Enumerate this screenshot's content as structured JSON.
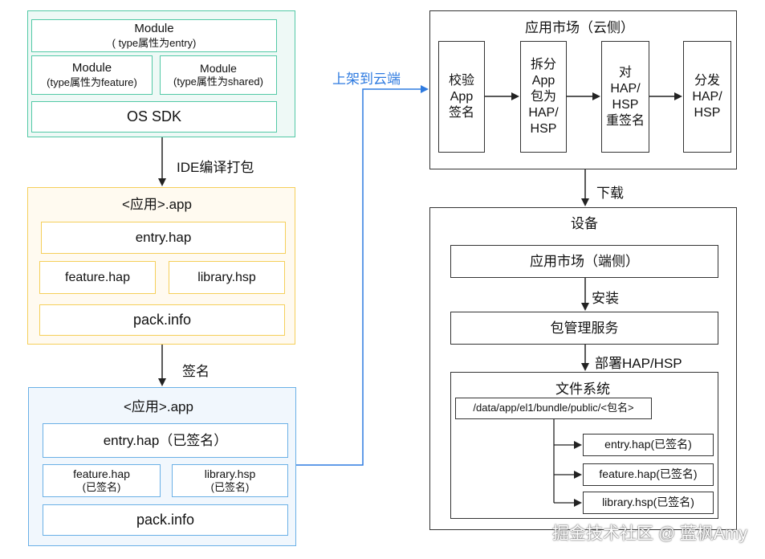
{
  "left": {
    "source": {
      "module_entry": {
        "title": "Module",
        "sub": "( type属性为entry)"
      },
      "module_feature": {
        "title": "Module",
        "sub": "(type属性为feature)"
      },
      "module_shared": {
        "title": "Module",
        "sub": "(type属性为shared)"
      },
      "os_sdk": "OS SDK"
    },
    "step_compile": "IDE编译打包",
    "app_unsigned": {
      "title": "<应用>.app",
      "entry": "entry.hap",
      "feature": "feature.hap",
      "library": "library.hsp",
      "pack": "pack.info"
    },
    "step_sign": "签名",
    "app_signed": {
      "title": "<应用>.app",
      "entry": "entry.hap（已签名）",
      "feature_title": "feature.hap",
      "feature_sub": "(已签名)",
      "library_title": "library.hsp",
      "library_sub": "(已签名)",
      "pack": "pack.info"
    }
  },
  "upload_label": "上架到云端",
  "cloud": {
    "title": "应用市场（云侧）",
    "step1": "校验\nApp\n签名",
    "step2": "拆分\nApp\n包为\nHAP/\nHSP",
    "step3": "对\nHAP/\nHSP\n重签名",
    "step4": "分发\nHAP/\nHSP"
  },
  "download_label": "下载",
  "device": {
    "title": "设备",
    "market": "应用市场（端侧）",
    "install_label": "安装",
    "pkg_mgr": "包管理服务",
    "deploy_label": "部署HAP/HSP",
    "fs": {
      "title": "文件系统",
      "path": "/data/app/el1/bundle/public/<包名>",
      "entry": "entry.hap(已签名)",
      "feature": "feature.hap(已签名)",
      "library": "library.hsp(已签名)"
    }
  },
  "watermark": "掘金技术社区 @ 蓝枫Amy",
  "colors": {
    "teal": "#53c9a6",
    "yellow": "#f5cf5a",
    "blue": "#6ab0e6",
    "link": "#2f7be0"
  }
}
